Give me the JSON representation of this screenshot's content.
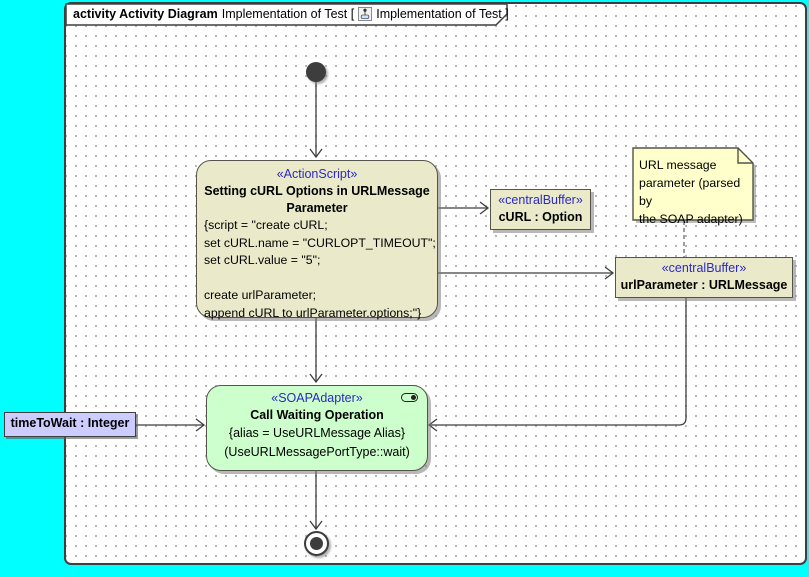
{
  "colors": {
    "canvas_background": "#00FFFF",
    "action_fill": "#EAEACB",
    "soap_action_fill": "#CCFFCC",
    "note_fill": "#FFFFCC",
    "parameter_fill": "#CCCCFF",
    "stereotype_text": "#2A2AC4",
    "edge_line": "#3F3F3F"
  },
  "frame": {
    "kind_label": "activity Activity Diagram",
    "name_label": "Implementation of Test [",
    "ref_label": "Implementation of Test ]"
  },
  "nodes": {
    "action_script": {
      "stereotype": "«ActionScript»",
      "title_line1": "Setting cURL Options in URLMessage",
      "title_line2": "Parameter",
      "body_lines": [
        "{script = \"create cURL;",
        "set cURL.name = \"CURLOPT_TIMEOUT\";",
        "set cURL.value = \"5\";",
        "",
        "create urlParameter;",
        "append cURL to urlParameter.options;\"}"
      ]
    },
    "curl_buffer": {
      "stereotype": "«centralBuffer»",
      "name": "cURL : Option"
    },
    "url_param_buffer": {
      "stereotype": "«centralBuffer»",
      "name": "urlParameter : URLMessage"
    },
    "note": {
      "line1": "URL message",
      "line2": "parameter (parsed by",
      "line3": "the SOAP adapter)"
    },
    "soap_adapter": {
      "stereotype": "«SOAPAdapter»",
      "title": "Call Waiting Operation",
      "body_line1": "{alias = UseURLMessage Alias}",
      "body_line2": "(UseURLMessagePortType::wait)"
    },
    "time_to_wait": {
      "label": "timeToWait : Integer"
    }
  }
}
